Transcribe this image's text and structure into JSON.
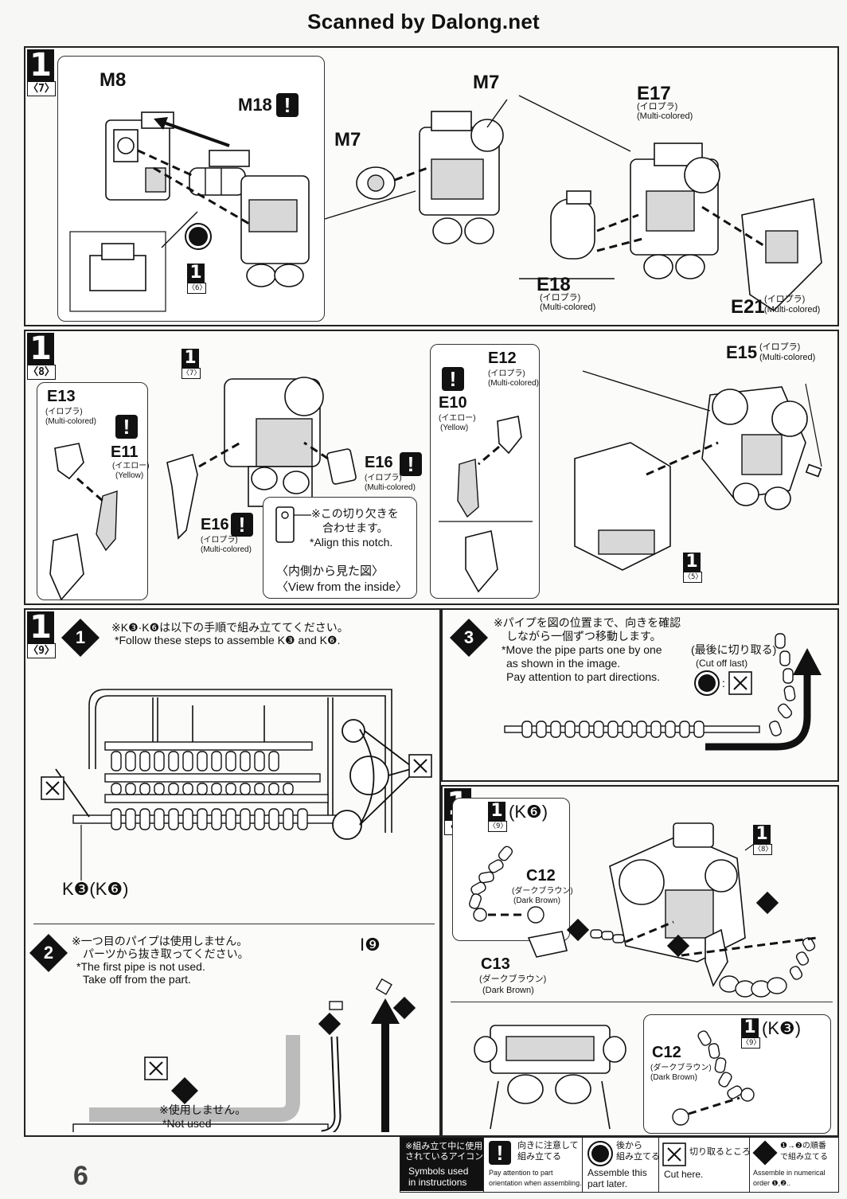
{
  "header": {
    "watermark": "Scanned by Dalong.net"
  },
  "page_number": "6",
  "step7": {
    "step": "1",
    "substep": "〈7〉",
    "m8": "M8",
    "m18": "M18",
    "m7a": "M7",
    "m7b": "M7",
    "ref_sub": "〈6〉",
    "e17": "E17",
    "e17_jp": "(イロプラ)",
    "e17_en": "(Multi-colored)",
    "e18": "E18",
    "e18_jp": "(イロプラ)",
    "e18_en": "(Multi-colored)",
    "e21": "E21",
    "e21_jp": "(イロプラ)",
    "e21_en": "(Multi-colored)"
  },
  "step8": {
    "step": "1",
    "substep": "〈8〉",
    "ref7": "〈7〉",
    "e13": "E13",
    "e13_jp": "(イロプラ)",
    "e13_en": "(Multi-colored)",
    "e11": "E11",
    "e11_jp": "(イエロー)",
    "e11_en": "(Yellow)",
    "e16a": "E16",
    "e16a_jp": "(イロプラ)",
    "e16a_en": "(Multi-colored)",
    "e16b": "E16",
    "e16b_jp": "(イロプラ)",
    "e16b_en": "(Multi-colored)",
    "notch_jp1": "※この切り欠きを",
    "notch_jp2": "合わせます。",
    "notch_en": "*Align this notch.",
    "inside_jp": "〈内側から見た図〉",
    "inside_en": "〈View from the inside〉",
    "e12": "E12",
    "e12_jp": "(イロプラ)",
    "e12_en": "(Multi-colored)",
    "e10": "E10",
    "e10_jp": "(イエロー)",
    "e10_en": "(Yellow)",
    "e15": "E15",
    "e15_jp": "(イロプラ)",
    "e15_en": "(Multi-colored)",
    "ref5": "〈5〉"
  },
  "step9": {
    "step": "1",
    "substep": "〈9〉",
    "s1_num": "1",
    "s1_jp": "※K❸·K❻は以下の手順で組み立ててください。",
    "s1_en": "*Follow these steps to assemble K❸ and K❻.",
    "k_label": "K❸(K❻)",
    "s2_num": "2",
    "s2_jp1": "※一つ目のパイプは使用しません。",
    "s2_jp2": "パーツから抜き取ってください。",
    "s2_en1": "*The first pipe is not used.",
    "s2_en2": "Take off from the part.",
    "i9": "I❾",
    "notused_jp": "※使用しません。",
    "notused_en": "*Not used",
    "s3_num": "3",
    "s3_jp1": "※パイプを図の位置まで、向きを確認",
    "s3_jp2": "しながら一個ずつ移動します。",
    "s3_en1": "*Move the pipe parts one by one",
    "s3_en2": "as shown in the image.",
    "s3_en3": "Pay attention to part directions.",
    "cutlast_jp": "(最後に切り取る)",
    "cutlast_en": "(Cut off last)"
  },
  "step10": {
    "step": "1",
    "substep": "〈10〉",
    "k6_ref": "(K❻)",
    "k6_sub": "〈9〉",
    "c12a": "C12",
    "c12a_jp": "(ダークブラウン)",
    "c12a_en": "(Dark Brown)",
    "c13": "C13",
    "c13_jp": "(ダークブラウン)",
    "c13_en": "(Dark Brown)",
    "ref8": "〈8〉",
    "k3_ref": "(K❸)",
    "k3_sub": "〈9〉",
    "c12b": "C12",
    "c12b_jp": "(ダークブラウン)",
    "c12b_en": "(Dark Brown)"
  },
  "legend": {
    "title_jp1": "※組み立て中に使用",
    "title_jp2": "されているアイコン",
    "title_en1": "Symbols used",
    "title_en2": "in instructions",
    "attn_jp1": "向きに注意して",
    "attn_jp2": "組み立てる",
    "attn_en1": "Pay attention to part",
    "attn_en2": "orientation when assembling.",
    "later_jp1": "後から",
    "later_jp2": "組み立てる",
    "later_en1": "Assemble this",
    "later_en2": "part later.",
    "cut_jp": "切り取るところ",
    "cut_en": "Cut here.",
    "order_jp1": "❶→❷の順番",
    "order_jp2": "で組み立てる",
    "order_en1": "Assemble in numerical",
    "order_en2": "order ❶,❷.."
  }
}
